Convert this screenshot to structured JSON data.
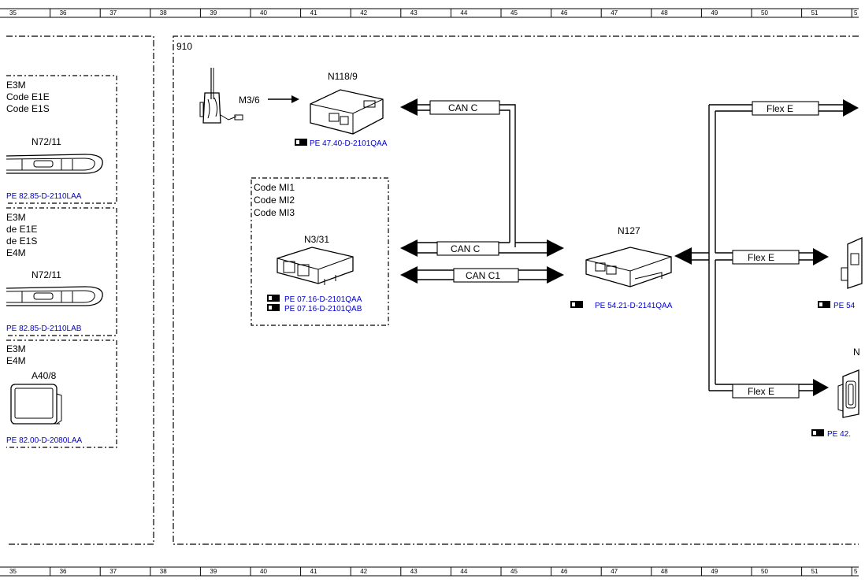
{
  "ruler": {
    "columns": [
      "35",
      "36",
      "37",
      "38",
      "39",
      "40",
      "41",
      "42",
      "43",
      "44",
      "45",
      "46",
      "47",
      "48",
      "49",
      "50",
      "51",
      "5"
    ]
  },
  "left_panel": {
    "box1": {
      "codes": [
        "E3M",
        "Code E1E",
        "Code E1S"
      ],
      "component": "N72/11",
      "ref": "PE 82.85-D-2110LAA"
    },
    "box2": {
      "codes": [
        "E3M",
        "de E1E",
        "de E1S",
        "E4M"
      ],
      "component": "N72/11",
      "ref": "PE 82.85-D-2110LAB"
    },
    "box3": {
      "codes": [
        "E3M",
        "E4M"
      ],
      "component": "A40/8",
      "ref": "PE 82.00-D-2080LAA"
    }
  },
  "main_panel": {
    "number": "910",
    "m36": {
      "label": "M3/6"
    },
    "n118": {
      "label": "N118/9",
      "ref": "PE 47.40-D-2101QAA"
    },
    "mi_box": {
      "codes": [
        "Code MI1",
        "Code MI2",
        "Code MI3"
      ],
      "component": "N3/31",
      "refs": [
        "PE 07.16-D-2101QAA",
        "PE 07.16-D-2101QAB"
      ]
    },
    "n127": {
      "label": "N127",
      "ref": "PE 54.21-D-2141QAA"
    },
    "buses": {
      "can_c_top": "CAN C",
      "can_c_mid": "CAN C",
      "can_c1": "CAN C1",
      "flex_top": "Flex E",
      "flex_mid": "Flex E",
      "flex_bot": "Flex E"
    },
    "right_cut": {
      "label_n": "N",
      "ref_mid": "PE 54",
      "ref_bot": "PE 42."
    }
  }
}
